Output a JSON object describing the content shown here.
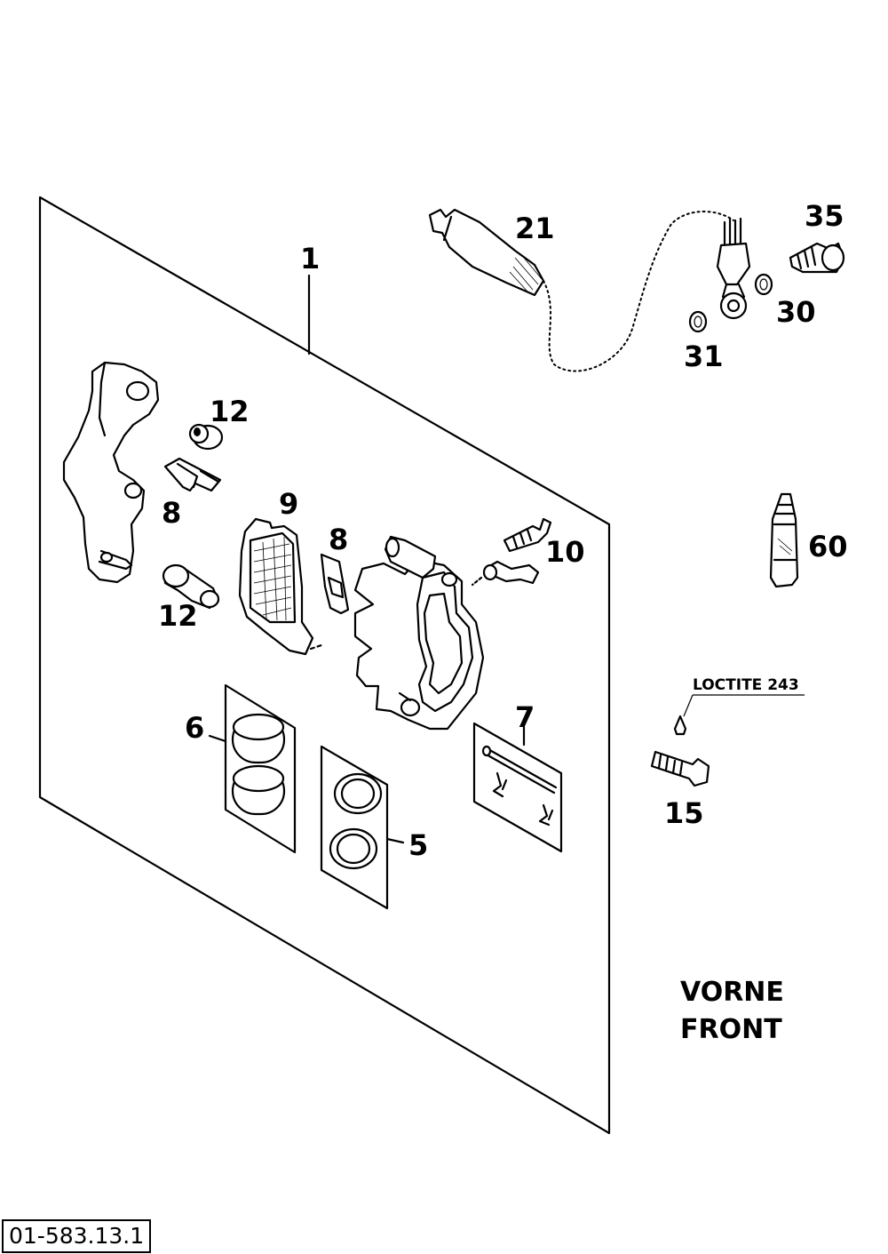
{
  "diagram": {
    "reference": "01-583.13.1",
    "title_line1": "VORNE",
    "title_line2": "FRONT",
    "note": "LOCTITE 243",
    "parts": {
      "p1": "1",
      "p5": "5",
      "p6": "6",
      "p7": "7",
      "p8a": "8",
      "p8b": "8",
      "p9": "9",
      "p10": "10",
      "p12a": "12",
      "p12b": "12",
      "p15": "15",
      "p21": "21",
      "p30": "30",
      "p31": "31",
      "p35": "35",
      "p60": "60"
    }
  }
}
